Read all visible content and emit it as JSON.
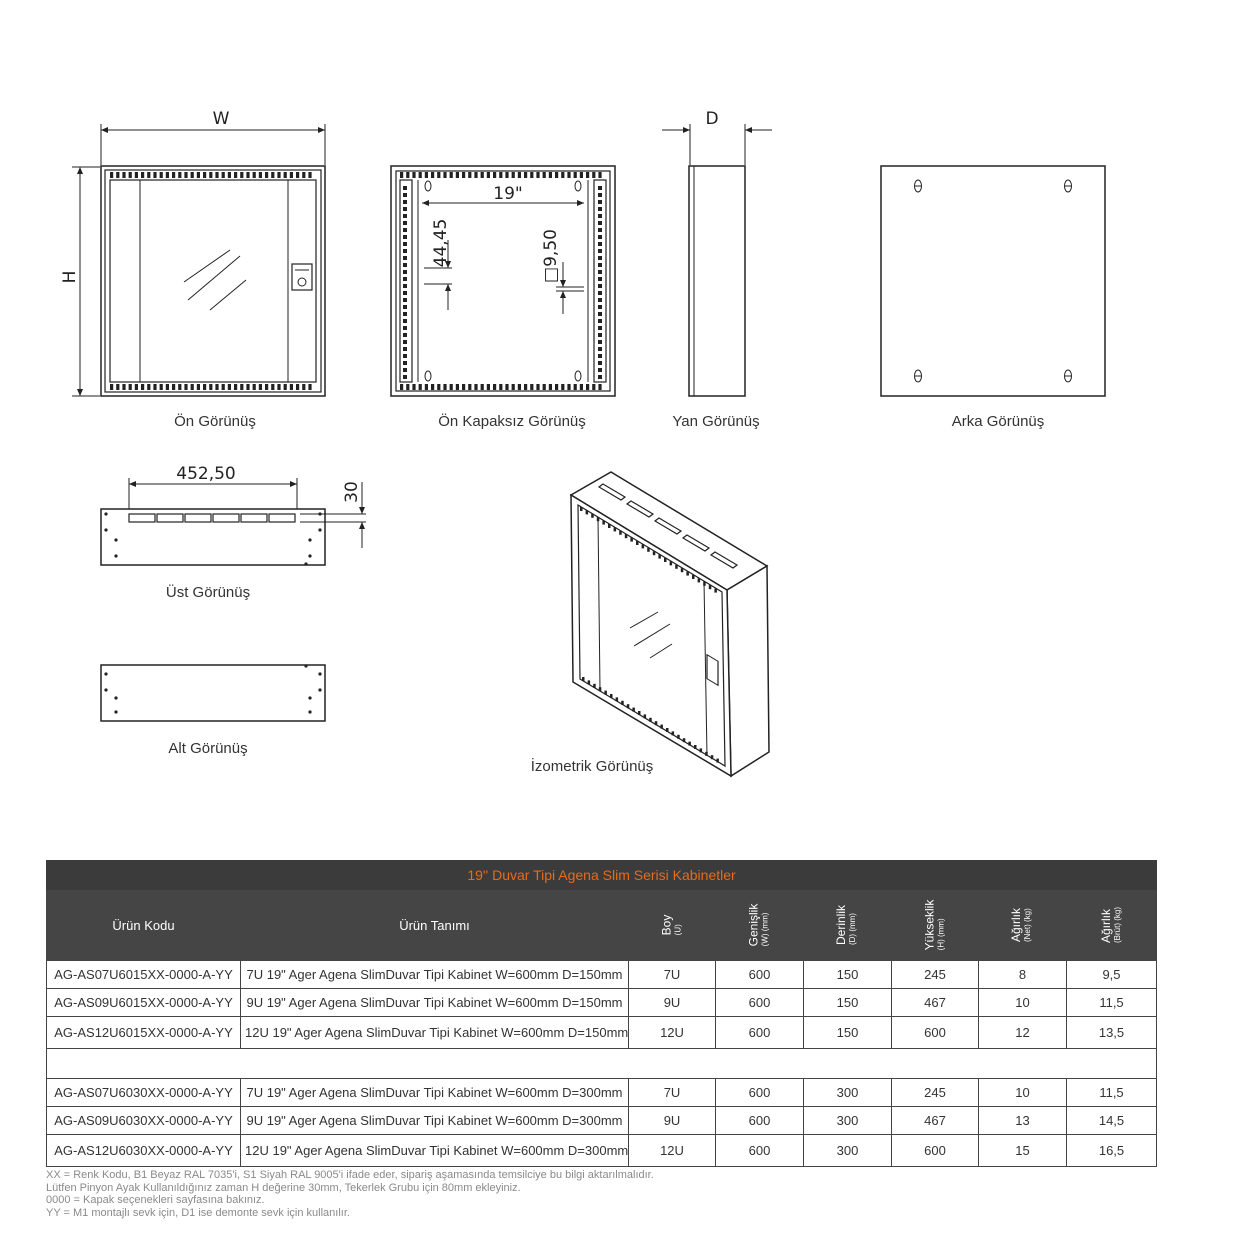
{
  "drawings": {
    "labels": {
      "front": "Ön Görünüş",
      "front_no_cover": "Ön Kapaksız Görünüş",
      "side": "Yan Görünüş",
      "back": "Arka Görünüş",
      "top": "Üst Görünüş",
      "bottom": "Alt Görünüş",
      "isometric": "İzometrik Görünüş"
    },
    "dimensions": {
      "width": "W",
      "height": "H",
      "depth": "D",
      "rack_width": "19\"",
      "unit_pitch": "44,45",
      "square_hole": "□9,50",
      "top_span": "452,50",
      "top_thickness": "30"
    }
  },
  "table": {
    "title": "19'' Duvar Tipi Agena Slim Serisi Kabinetler",
    "headers": {
      "code": "Ürün Kodu",
      "desc": "Ürün Tanımı",
      "boy": {
        "main": "Boy",
        "sub": "(U)"
      },
      "width": {
        "main": "Genişlik",
        "sub": "(W) (mm)"
      },
      "depth": {
        "main": "Derinlik",
        "sub": "(D) (mm)"
      },
      "height": {
        "main": "Yükseklik",
        "sub": "(H) (mm)"
      },
      "net_weight": {
        "main": "Ağırlık",
        "sub": "(Net) (kg)"
      },
      "gross_weight": {
        "main": "Ağırlık",
        "sub": "(Brüt) (kg)"
      }
    },
    "rows": [
      {
        "code": "AG-AS07U6015XX-0000-A-YY",
        "desc": "7U 19\" Ager Agena SlimDuvar Tipi Kabinet W=600mm D=150mm",
        "boy": "7U",
        "w": "600",
        "d": "150",
        "h": "245",
        "net": "8",
        "gross": "9,5"
      },
      {
        "code": "AG-AS09U6015XX-0000-A-YY",
        "desc": "9U 19\" Ager Agena SlimDuvar Tipi Kabinet W=600mm D=150mm",
        "boy": "9U",
        "w": "600",
        "d": "150",
        "h": "467",
        "net": "10",
        "gross": "11,5"
      },
      {
        "code": "AG-AS12U6015XX-0000-A-YY",
        "desc": "12U 19\" Ager Agena SlimDuvar Tipi Kabinet W=600mm D=150mm",
        "boy": "12U",
        "w": "600",
        "d": "150",
        "h": "600",
        "net": "12",
        "gross": "13,5"
      },
      {
        "code": "AG-AS07U6030XX-0000-A-YY",
        "desc": "7U 19\" Ager Agena SlimDuvar Tipi Kabinet W=600mm D=300mm",
        "boy": "7U",
        "w": "600",
        "d": "300",
        "h": "245",
        "net": "10",
        "gross": "11,5"
      },
      {
        "code": "AG-AS09U6030XX-0000-A-YY",
        "desc": "9U 19\" Ager Agena SlimDuvar Tipi Kabinet W=600mm D=300mm",
        "boy": "9U",
        "w": "600",
        "d": "300",
        "h": "467",
        "net": "13",
        "gross": "14,5"
      },
      {
        "code": "AG-AS12U6030XX-0000-A-YY",
        "desc": "12U 19\" Ager Agena SlimDuvar Tipi Kabinet W=600mm D=300mm",
        "boy": "12U",
        "w": "600",
        "d": "300",
        "h": "600",
        "net": "15",
        "gross": "16,5"
      }
    ]
  },
  "notes": [
    "XX = Renk Kodu, B1 Beyaz RAL 7035'i, S1 Siyah  RAL 9005'i ifade eder, sipariş aşamasında temsilciye bu bilgi aktarılmalıdır.",
    "Lütfen Pinyon Ayak Kullanıldığınız zaman H değerine 30mm, Tekerlek Grubu için 80mm ekleyiniz.",
    "0000 = Kapak seçenekleri sayfasına bakınız.",
    "YY = M1 montajlı sevk için,  D1 ise demonte sevk için kullanılır."
  ],
  "colors": {
    "title_bar": "#3b3b3b",
    "title_text": "#e46c1a",
    "header_bar": "#454545",
    "note_text": "#8a8a8a"
  }
}
